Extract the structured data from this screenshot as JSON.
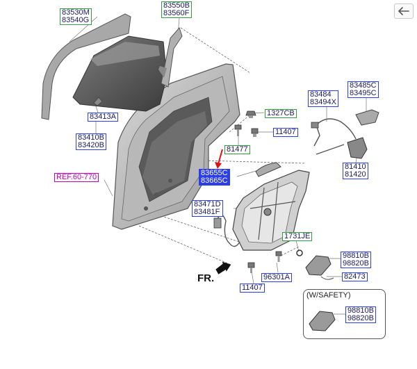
{
  "toolbar": {
    "back_icon": "arrow-left-icon"
  },
  "labels": {
    "l83530": [
      "83530M",
      "83540G"
    ],
    "l83550": [
      "83550B",
      "83560F"
    ],
    "l83413": "83413A",
    "l83410": [
      "83410B",
      "83420B"
    ],
    "l1327": "1327CB",
    "l11407a": "11407",
    "l81477": "81477",
    "l83484": [
      "83484",
      "83494X"
    ],
    "l83485": [
      "83485C",
      "83495C"
    ],
    "l81410": [
      "81410",
      "81420"
    ],
    "lref": "REF.60-770",
    "l83655": [
      "83655C",
      "83665C"
    ],
    "l83471": [
      "83471D",
      "83481F"
    ],
    "l1731": "1731JE",
    "l98810a": [
      "98810B",
      "98820B"
    ],
    "l82473": "82473",
    "l96301": "96301A",
    "l11407b": "11407",
    "l98810b": [
      "98810B",
      "98820B"
    ]
  },
  "front_label": "FR.",
  "safety_title": "(W/SAFETY)",
  "colors": {
    "part_blue": "#2b3ee8",
    "part_green": "#2e9e3a",
    "ref_magenta": "#c000c0",
    "pointer_red": "#e01010"
  }
}
